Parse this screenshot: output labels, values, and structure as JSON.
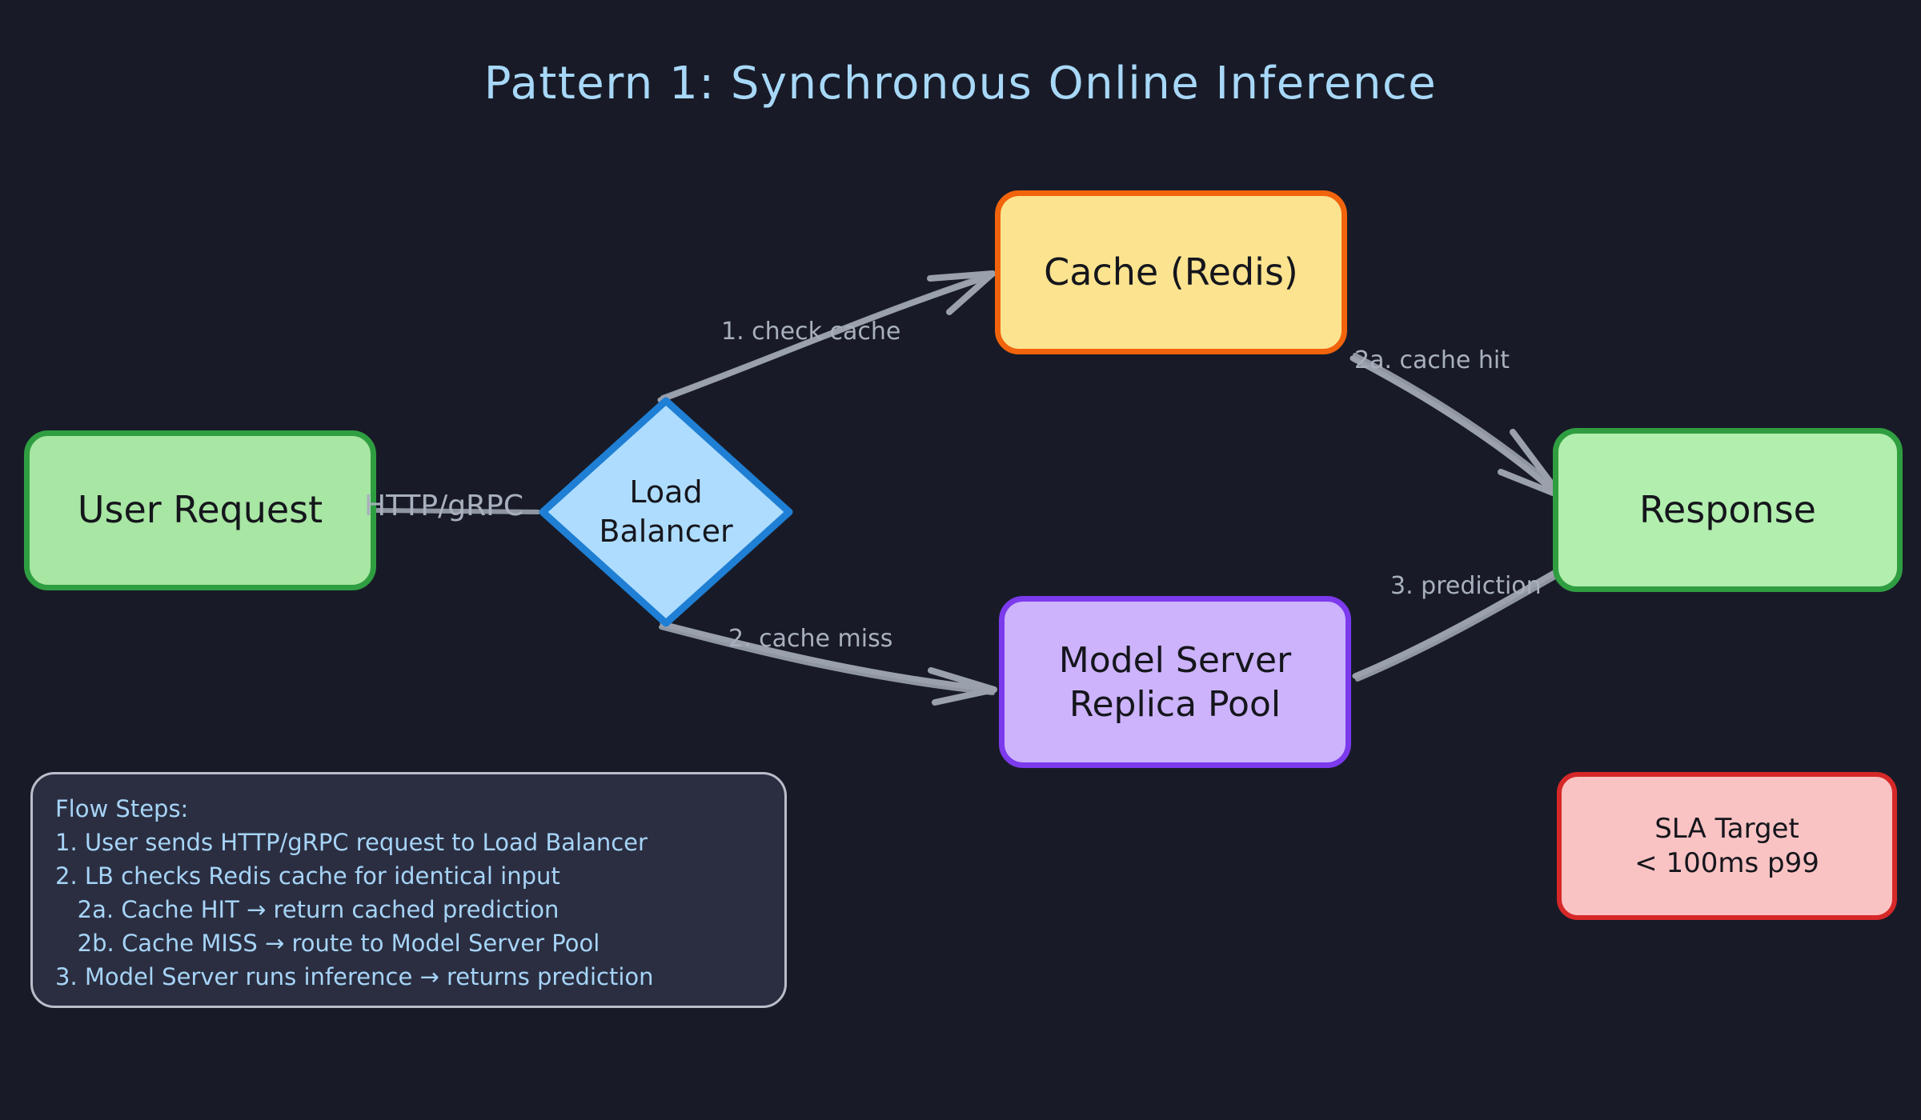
{
  "diagram": {
    "title": "Pattern 1: Synchronous Online Inference",
    "background_color": "#181b27"
  },
  "nodes": {
    "user_request": {
      "label": "User Request",
      "fill": "#a8e6a3",
      "stroke": "#2f9e41",
      "shape": "rounded-rect"
    },
    "load_balancer": {
      "label": "Load\nBalancer",
      "fill": "#aedcff",
      "stroke": "#1f7fd4",
      "shape": "diamond"
    },
    "cache": {
      "label": "Cache (Redis)",
      "fill": "#fce38f",
      "stroke": "#f1640c",
      "shape": "rounded-rect"
    },
    "model_server": {
      "label": "Model Server\nReplica Pool",
      "fill": "#ccb3fb",
      "stroke": "#7c3aed",
      "shape": "rounded-rect"
    },
    "response": {
      "label": "Response",
      "fill": "#b2eeae",
      "stroke": "#2f9e41",
      "shape": "rounded-rect"
    },
    "sla": {
      "label": "SLA Target\n< 100ms p99",
      "fill": "#fac3c3",
      "stroke": "#d62828",
      "shape": "rounded-rect"
    }
  },
  "edges": [
    {
      "id": "user-to-lb",
      "label": "HTTP/gRPC",
      "from": "user_request",
      "to": "load_balancer"
    },
    {
      "id": "lb-to-cache",
      "label": "1. check cache",
      "from": "load_balancer",
      "to": "cache"
    },
    {
      "id": "lb-to-model",
      "label": "2. cache miss",
      "from": "load_balancer",
      "to": "model_server"
    },
    {
      "id": "cache-to-response",
      "label": "2a. cache hit",
      "from": "cache",
      "to": "response"
    },
    {
      "id": "model-to-response",
      "label": "3. prediction",
      "from": "model_server",
      "to": "response"
    }
  ],
  "note": {
    "heading": "Flow Steps:",
    "lines": [
      "Flow Steps:",
      "1. User sends HTTP/gRPC request to Load Balancer",
      "2. LB checks Redis cache for identical input",
      "   2a. Cache HIT → return cached prediction",
      "   2b. Cache MISS → route to Model Server Pool",
      "3. Model Server runs inference → returns prediction"
    ],
    "fill": "#2b2e41",
    "stroke": "#b9bec9",
    "text_color": "#a6d4f7"
  },
  "colors": {
    "edge_stroke": "#9aa1ac",
    "title_color": "#a8d8f8",
    "node_text": "#15161c"
  }
}
